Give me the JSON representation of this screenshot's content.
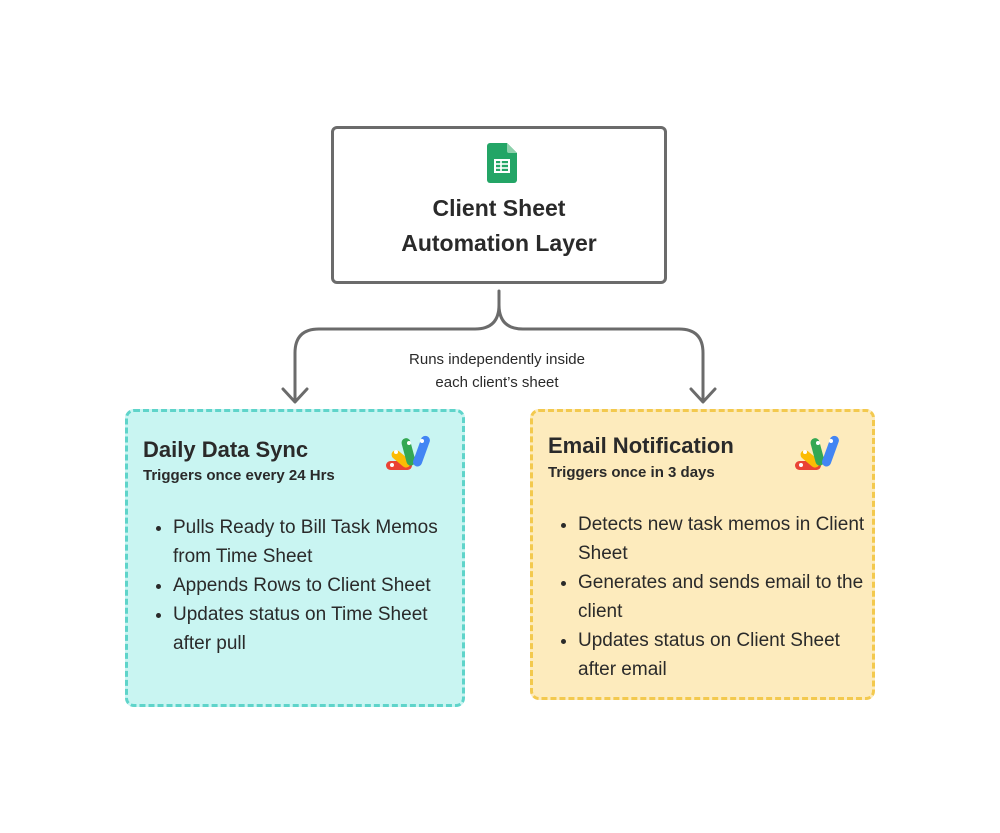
{
  "top_box": {
    "icon": "google-sheets-icon",
    "title_line1": "Client Sheet",
    "title_line2": "Automation Layer"
  },
  "branch_note": {
    "line1": "Runs independently inside",
    "line2": "each client’s sheet"
  },
  "cards": [
    {
      "title": "Daily Data Sync",
      "subtitle": "Triggers once every 24 Hrs",
      "icon": "apps-script-icon",
      "color": "#c9f5f2",
      "border_color": "#5fd4ca",
      "bullets": [
        "Pulls Ready to Bill Task Memos from Time Sheet",
        "Appends Rows to Client Sheet",
        "Updates status on Time Sheet after pull"
      ]
    },
    {
      "title": "Email Notification",
      "subtitle": "Triggers once in 3 days",
      "icon": "apps-script-icon",
      "color": "#fdebbd",
      "border_color": "#f3c94e",
      "bullets": [
        "Detects new task memos in Client Sheet",
        "Generates and sends email to the client",
        "Updates status on Client Sheet after email"
      ]
    }
  ],
  "colors": {
    "connector": "#6b6b6b",
    "sheets_green": "#23a566"
  }
}
